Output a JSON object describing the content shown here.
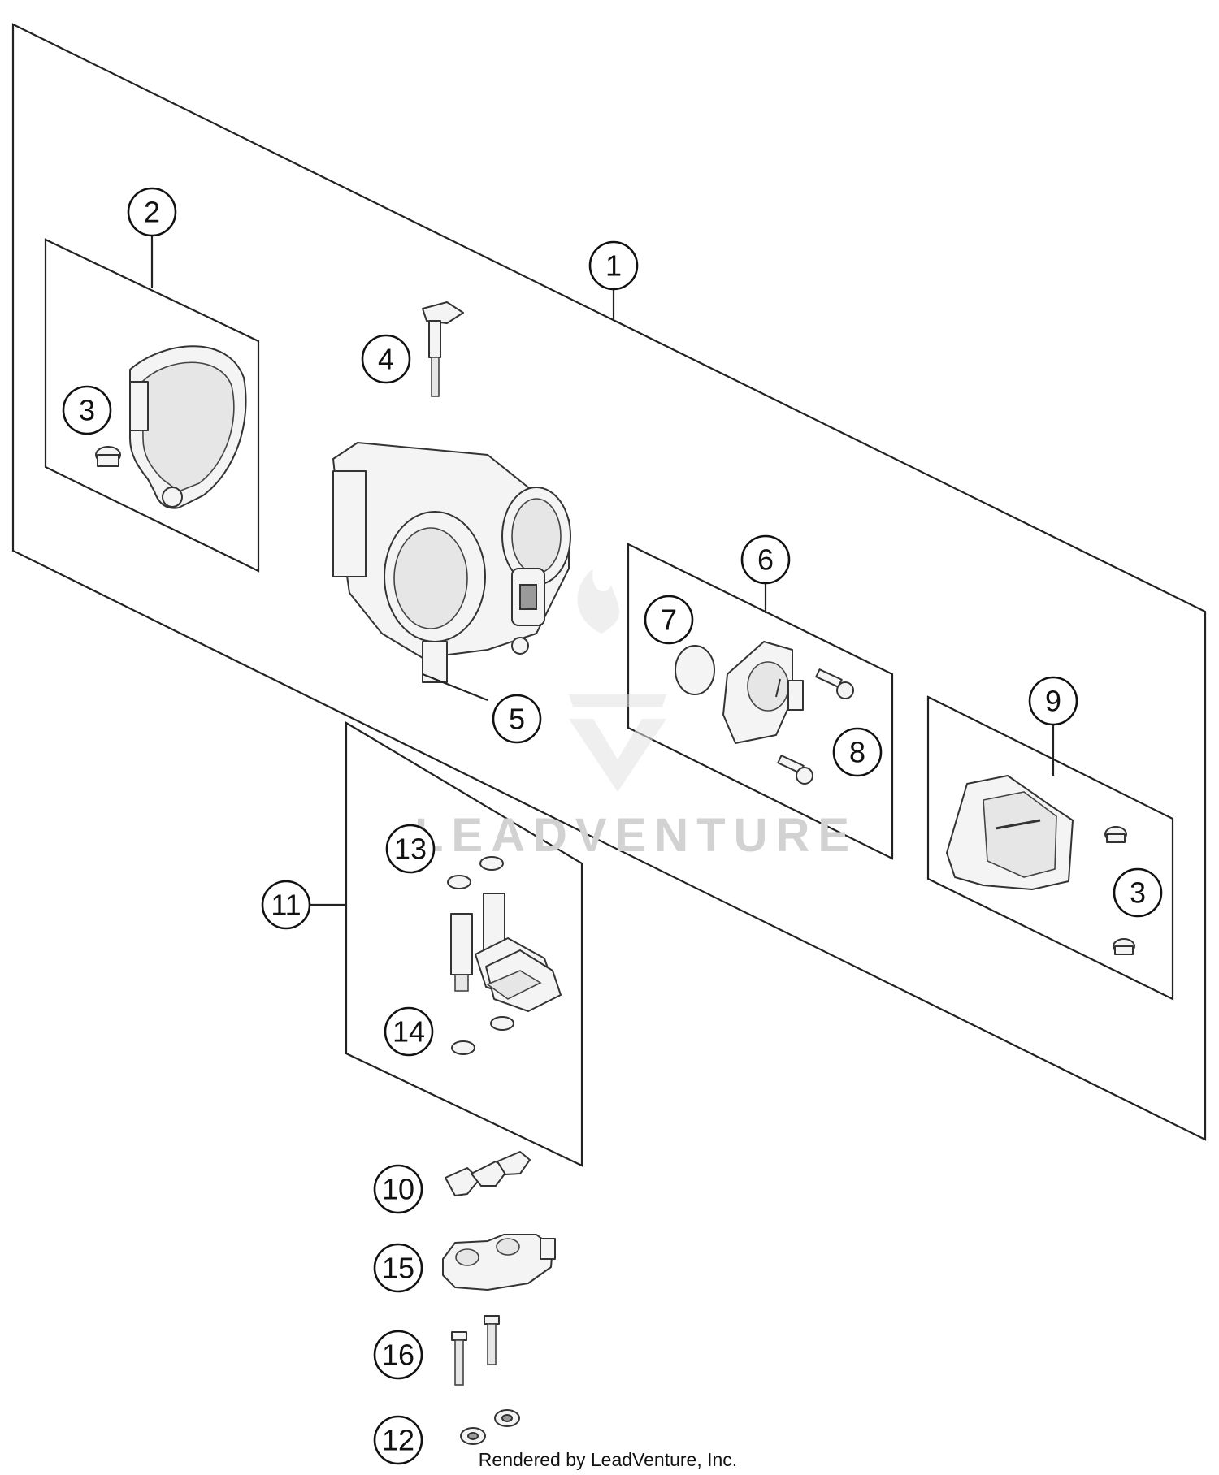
{
  "diagram": {
    "callouts": {
      "c1": "1",
      "c2": "2",
      "c3a": "3",
      "c3b": "3",
      "c4": "4",
      "c5": "5",
      "c6": "6",
      "c7": "7",
      "c8": "8",
      "c9": "9",
      "c10": "10",
      "c11": "11",
      "c12": "12",
      "c13": "13",
      "c14": "14",
      "c15": "15",
      "c16": "16"
    },
    "watermark": "LEADVENTURE",
    "footer": "Rendered by LeadVenture, Inc."
  }
}
